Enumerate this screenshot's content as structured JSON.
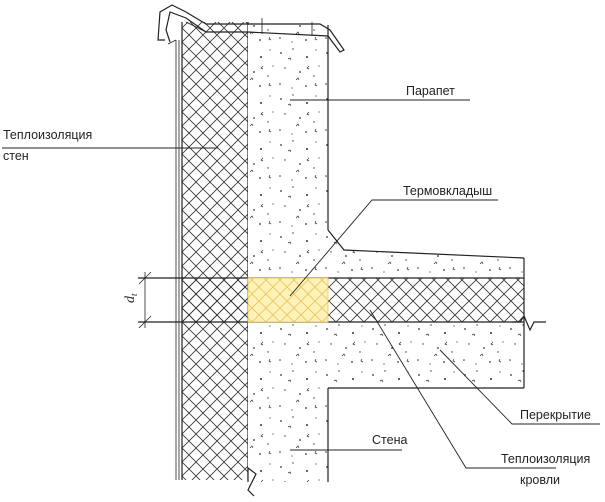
{
  "labels": {
    "wall_insulation_line1": "Теплоизоляция",
    "wall_insulation_line2": "стен",
    "parapet": "Парапет",
    "thermal_insert": "Термовкладыш",
    "floor_slab": "Перекрытие",
    "wall": "Стена",
    "roof_insulation_line1": "Теплоизоляция",
    "roof_insulation_line2": "кровли"
  },
  "dimension": {
    "symbol": "d",
    "subscript": "t"
  },
  "colors": {
    "thermal_insert_fill": "#fff2b8",
    "thermal_insert_hatch": "#e8c45a",
    "insulation_hatch": "#333333",
    "concrete_speckle": "#333333",
    "line": "#222222"
  }
}
